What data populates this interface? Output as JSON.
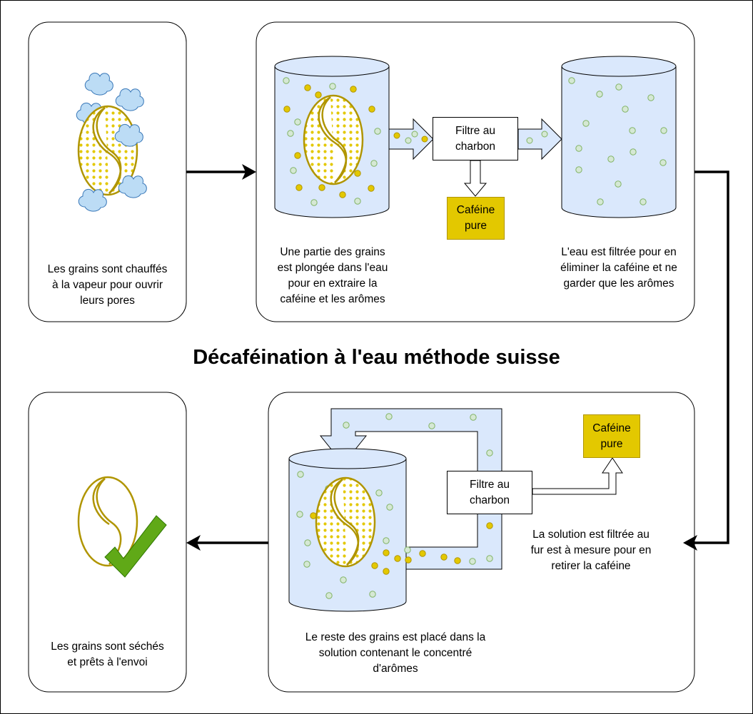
{
  "title": "Décaféination à l'eau méthode suisse",
  "steps": {
    "steam": {
      "line1": "Les grains sont chauffés",
      "line2": "à la vapeur pour ouvrir",
      "line3": "leurs pores"
    },
    "soak": {
      "line1": "Une partie des grains",
      "line2": "est plongée dans l'eau",
      "line3": "pour en extraire la",
      "line4": "caféine et les arômes"
    },
    "filtered": {
      "line1": "L'eau est filtrée pour en",
      "line2": "éliminer la caféine et ne",
      "line3": "garder que les arômes"
    },
    "continuous": {
      "line1": "La solution est filtrée au",
      "line2": "fur est à mesure pour en",
      "line3": "retirer la caféine"
    },
    "rest": {
      "line1": "Le reste des grains est placé dans la",
      "line2": "solution contenant le concentré",
      "line3": "d'arômes"
    },
    "dried": {
      "line1": "Les grains sont séchés",
      "line2": "et prêts à l'envoi"
    }
  },
  "filter_top": {
    "line1": "Filtre au",
    "line2": "charbon"
  },
  "filter_bottom": {
    "line1": "Filtre au",
    "line2": "charbon"
  },
  "caffeine_top": {
    "line1": "Caféine",
    "line2": "pure"
  },
  "caffeine_bottom": {
    "line1": "Caféine",
    "line2": "pure"
  },
  "colors": {
    "water": "#dae8fc",
    "water_stroke": "#000000",
    "caffeine_dot": "#e3c800",
    "aroma_dot": "#d5e8d4",
    "bean_stroke": "#b09500",
    "check": "#60a917",
    "steam": "#bcdcf5"
  },
  "icons": [
    "steam-cloud-icon",
    "coffee-bean-icon",
    "checkmark-icon",
    "arrow-icon"
  ]
}
